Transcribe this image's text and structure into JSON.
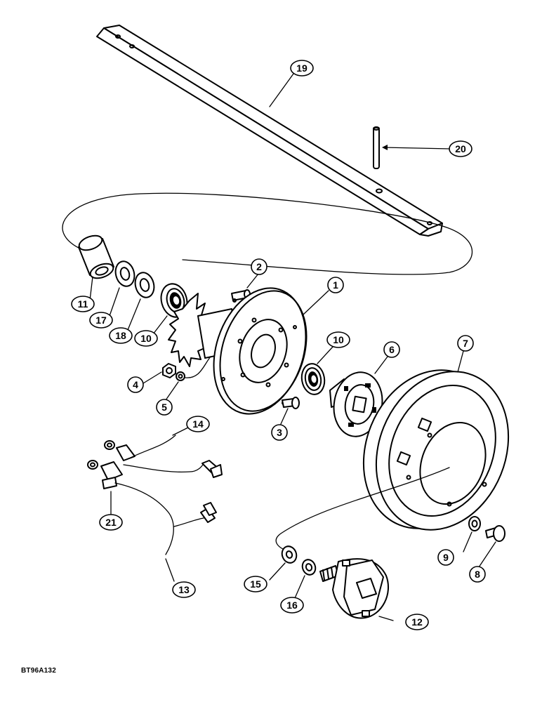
{
  "callouts": {
    "c1": "1",
    "c2": "2",
    "c3": "3",
    "c4": "4",
    "c5": "5",
    "c6": "6",
    "c7": "7",
    "c8": "8",
    "c9": "9",
    "c10a": "10",
    "c10b": "10",
    "c11": "11",
    "c12": "12",
    "c13": "13",
    "c14": "14",
    "c15": "15",
    "c16": "16",
    "c17": "17",
    "c18": "18",
    "c19": "19",
    "c20": "20",
    "c21": "21"
  },
  "figure_code": "BT96A132"
}
